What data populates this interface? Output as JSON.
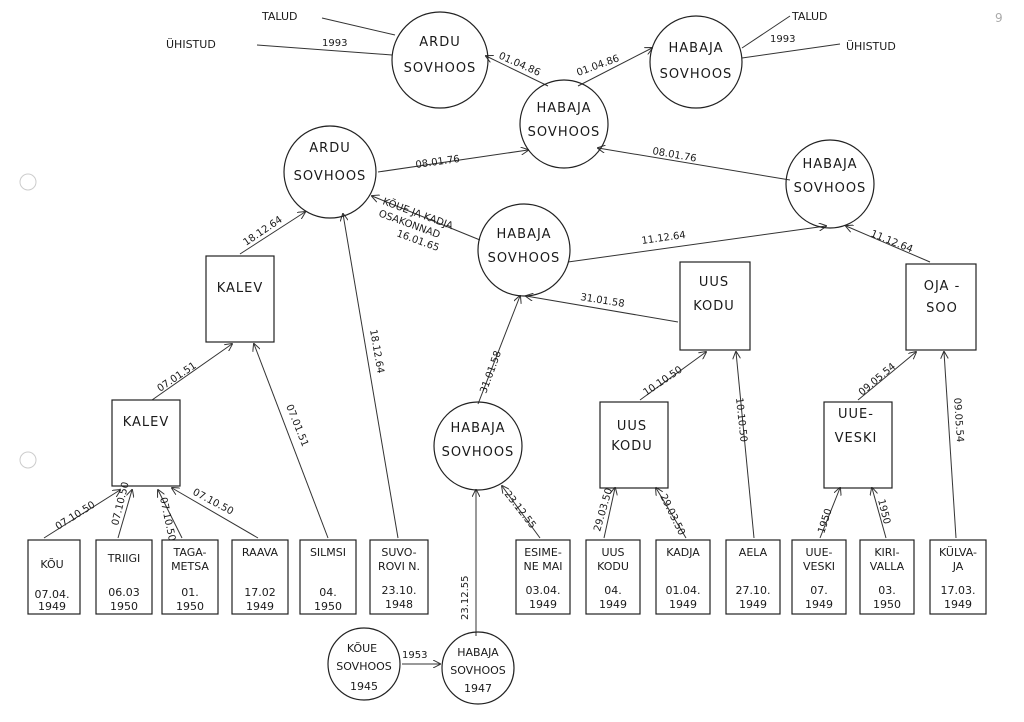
{
  "page_number": "9",
  "nodes": {
    "ardu_top": [
      "ARDU",
      "SOVHOOS"
    ],
    "habaja_top": [
      "HABAJA",
      "SOVHOOS"
    ],
    "habaja_center": [
      "HABAJA",
      "SOVHOOS"
    ],
    "ardu_mid": [
      "ARDU",
      "SOVHOOS"
    ],
    "habaja_right": [
      "HABAJA",
      "SOVHOOS"
    ],
    "habaja_mid": [
      "HABAJA",
      "SOVHOOS"
    ],
    "kalev_upper": [
      "KALEV"
    ],
    "kalev_lower": [
      "KALEV"
    ],
    "uus_kodu_upper": [
      "UUS",
      "KODU"
    ],
    "uus_kodu_lower": [
      "UUS",
      "KODU"
    ],
    "oja_soo": [
      "OJA -",
      "SOO"
    ],
    "uue_veski": [
      "UUE-",
      "VESKI"
    ],
    "habaja_lowmid": [
      "HABAJA",
      "SOVHOOS"
    ],
    "koue_sovhoos": [
      "KÕUE",
      "SOVHOOS",
      "1945"
    ],
    "habaja_bottom": [
      "HABAJA",
      "SOVHOOS",
      "1947"
    ]
  },
  "side_labels": {
    "talud_left": "TALUD",
    "uhistud_left": "ÜHISTUD",
    "talud_right": "TALUD",
    "uhistud_right": "ÜHISTUD"
  },
  "leaves": [
    {
      "name": [
        "KÕU"
      ],
      "date": [
        "07.04.",
        "1949"
      ]
    },
    {
      "name": [
        "TRIIGI"
      ],
      "date": [
        "06.03",
        "1950"
      ]
    },
    {
      "name": [
        "TAGA-",
        "METSA"
      ],
      "date": [
        "01.",
        "1950"
      ]
    },
    {
      "name": [
        "RAAVA"
      ],
      "date": [
        "17.02",
        "1949"
      ]
    },
    {
      "name": [
        "SILMSI"
      ],
      "date": [
        "04.",
        "1950"
      ]
    },
    {
      "name": [
        "SUVO-",
        "ROVI N."
      ],
      "date": [
        "23.10.",
        "1948"
      ]
    },
    {
      "name": [
        "ESIME-",
        "NE MAI"
      ],
      "date": [
        "03.04.",
        "1949"
      ]
    },
    {
      "name": [
        "UUS",
        "KODU"
      ],
      "date": [
        "04.",
        "1949"
      ]
    },
    {
      "name": [
        "KADJA"
      ],
      "date": [
        "01.04.",
        "1949"
      ]
    },
    {
      "name": [
        "AELA"
      ],
      "date": [
        "27.10.",
        "1949"
      ]
    },
    {
      "name": [
        "UUE-",
        "VESKI"
      ],
      "date": [
        "07.",
        "1949"
      ]
    },
    {
      "name": [
        "KIRI-",
        "VALLA"
      ],
      "date": [
        "03.",
        "1950"
      ]
    },
    {
      "name": [
        "KÜLVA-",
        "JA"
      ],
      "date": [
        "17.03.",
        "1949"
      ]
    }
  ],
  "edge_labels": {
    "talud_ardu_1993": "1993",
    "habaja_to_ardu_top": "01.04.86",
    "habaja_to_habaja_top": "01.04.86",
    "talud_habaja_1993": "1993",
    "ardu_mid_to_center": "08.01.76",
    "right_to_center": "08.01.76",
    "kalev_to_ardu": "18.12.64",
    "koue_kadja_line1": "KÕUE JA KADJA",
    "koue_kadja_line2": "OSAKONNAD",
    "koue_kadja_line3": "16.01.65",
    "habaja_mid_to_right": "11.12.64",
    "ojasoo_to_right": "11.12.64",
    "uuskodu_to_habaja_mid": "31.01.58",
    "lowmid_to_habaja_mid": "31.01.58",
    "suvorovi_to_ardu": "18.12.64",
    "silmsi_to_kalev": "07.01.51",
    "kalev_lower_to_upper": "07.01.51",
    "kou_to_kalev": "07.10.50",
    "triigi_to_kalev": "07.10.50",
    "tagametsa_to_kalev": "07.10.50",
    "raava_to_kalev": "07.10.50",
    "uuskodu_lower_to_upper": "10.10.50",
    "aela_to_uuskodu": "10.10.50",
    "uue_veski_to_ojasoo": "09.05.54",
    "kulvaja_to_ojasoo": "09.05.54",
    "leaf_uuskodu_date": "29.03.50",
    "leaf_kadja_date": "29.03.50",
    "leaf_uueveski_year": "1950",
    "leaf_kirivalla_year": "1950",
    "esimene_mai_to_lowmid": "23.12.55",
    "bottom_to_lowmid": "23.12.55",
    "koue_to_habaja_bottom": "1953"
  }
}
